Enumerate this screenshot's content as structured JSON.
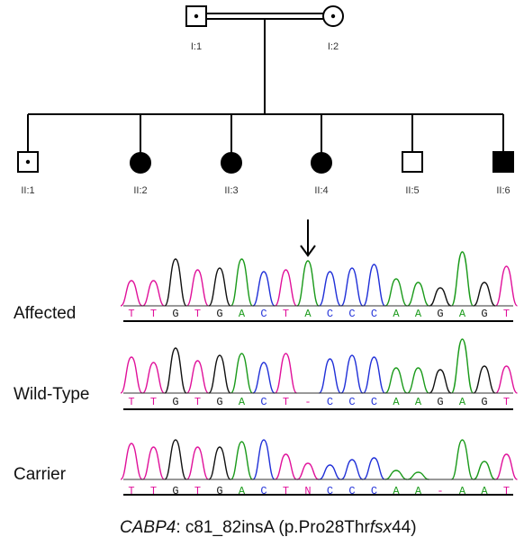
{
  "pedigree": {
    "generation1": [
      {
        "id": "I:1",
        "sex": "male",
        "status": "carrier"
      },
      {
        "id": "I:2",
        "sex": "female",
        "status": "carrier"
      }
    ],
    "generation2": [
      {
        "id": "II:1",
        "sex": "male",
        "status": "carrier"
      },
      {
        "id": "II:2",
        "sex": "female",
        "status": "affected"
      },
      {
        "id": "II:3",
        "sex": "female",
        "status": "affected"
      },
      {
        "id": "II:4",
        "sex": "female",
        "status": "affected"
      },
      {
        "id": "II:5",
        "sex": "male",
        "status": "unaffected"
      },
      {
        "id": "II:6",
        "sex": "male",
        "status": "affected"
      }
    ]
  },
  "chromatograms": [
    {
      "label": "Affected",
      "sequence": [
        "T",
        "T",
        "G",
        "T",
        "G",
        "A",
        "C",
        "T",
        "A",
        "C",
        "C",
        "C",
        "A",
        "A",
        "G",
        "A",
        "G",
        "T"
      ]
    },
    {
      "label": "Wild-Type",
      "sequence": [
        "T",
        "T",
        "G",
        "T",
        "G",
        "A",
        "C",
        "T",
        "-",
        "C",
        "C",
        "C",
        "A",
        "A",
        "G",
        "A",
        "G",
        "T"
      ]
    },
    {
      "label": "Carrier",
      "sequence": [
        "T",
        "T",
        "G",
        "T",
        "G",
        "A",
        "C",
        "T",
        "N",
        "C",
        "C",
        "C",
        "A",
        "A",
        "-",
        "A",
        "A",
        "T"
      ]
    }
  ],
  "base_colors": {
    "A": "#1a9a1a",
    "C": "#2030d8",
    "G": "#111111",
    "T": "#e0109a",
    "N": "#e0109a",
    "-": "#e0109a"
  },
  "caption": {
    "gene": "CABP4",
    "sep": ": c81_82insA (p.Pro28Thr",
    "fs": "fsx",
    "end": "44)"
  }
}
